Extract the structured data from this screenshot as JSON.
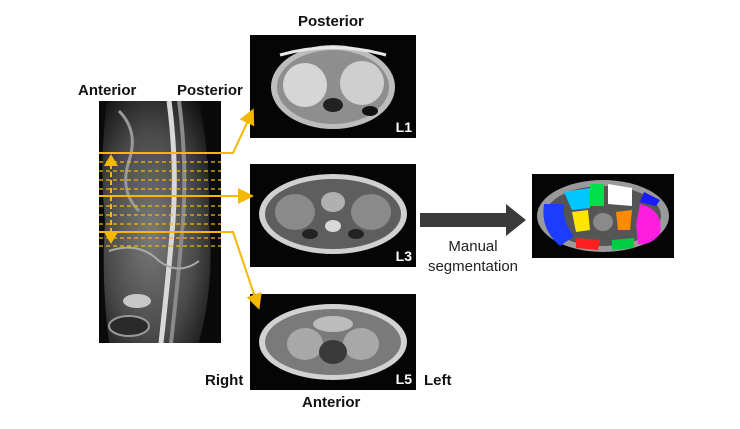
{
  "labels": {
    "anterior_top": "Anterior",
    "posterior_top": "Posterior",
    "posterior_title": "Posterior",
    "anterior_bottom": "Anterior",
    "right": "Right",
    "left": "Left"
  },
  "slices": {
    "l1": "L1",
    "l3": "L3",
    "l5": "L5"
  },
  "process": {
    "line1": "Manual",
    "line2": "segmentation"
  },
  "colors": {
    "guide": "#f5b800",
    "arrow": "#3a3a3a",
    "segments": [
      "#1e3cff",
      "#00c8ff",
      "#00e04a",
      "#ffffff",
      "#ffe600",
      "#ff8a00",
      "#ff1ee0",
      "#00cc44",
      "#ff2020",
      "#1a1aff"
    ]
  }
}
